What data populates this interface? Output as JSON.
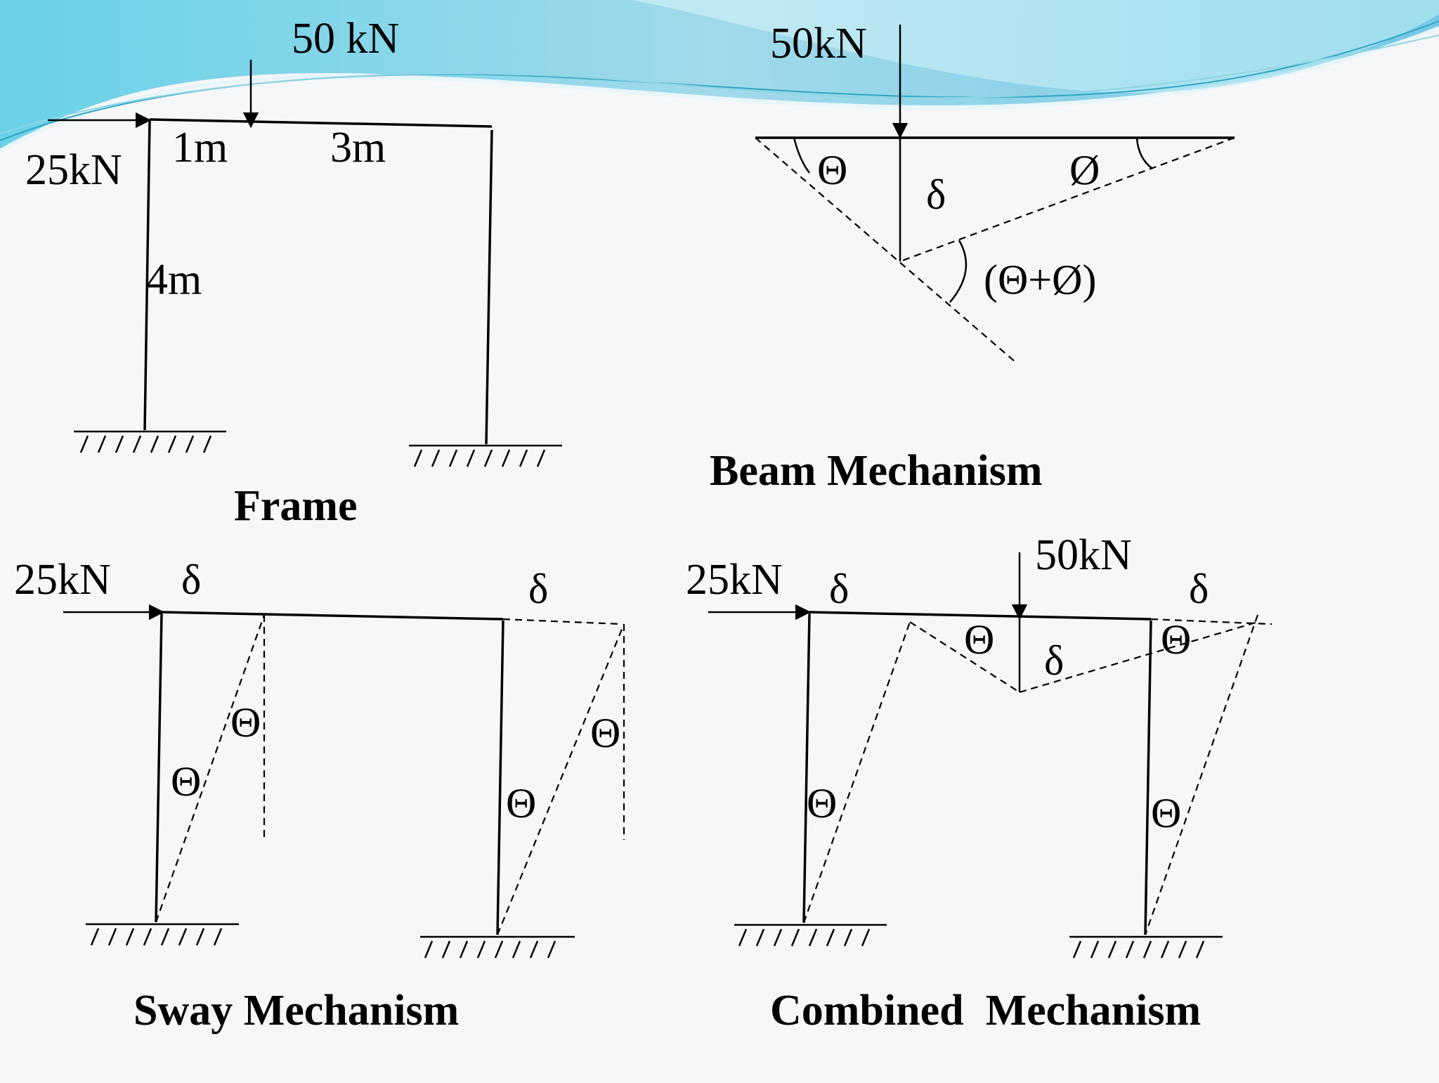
{
  "colors": {
    "wave_light": "#bfe9f1",
    "wave_mid": "#7fcfe0",
    "wave_dark": "#3fb0cf",
    "ink": "#000000"
  },
  "frame": {
    "title": "Frame",
    "load_vertical": "50 kN",
    "load_horizontal": "25kN",
    "dim_left": "1m",
    "dim_right": "3m",
    "dim_height": "4m"
  },
  "beam_mechanism": {
    "title": "Beam Mechanism",
    "load": "50kN",
    "theta": "Θ",
    "phi": "Ø",
    "delta": "δ",
    "sum": "(Θ+Ø)"
  },
  "sway_mechanism": {
    "title": "Sway Mechanism",
    "load": "25kN",
    "delta_left": "δ",
    "delta_right": "δ",
    "theta_1": "Θ",
    "theta_2": "Θ",
    "theta_3": "Θ",
    "theta_4": "Θ"
  },
  "combined_mechanism": {
    "title": "Combined  Mechanism",
    "load_horizontal": "25kN",
    "load_vertical": "50kN",
    "delta_left": "δ",
    "delta_right": "δ",
    "delta_mid": "δ",
    "theta_1": "Θ",
    "theta_2": "Θ",
    "theta_3": "Θ",
    "theta_4": "Θ"
  }
}
